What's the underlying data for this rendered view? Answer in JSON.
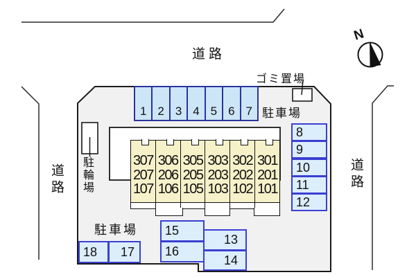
{
  "plan": {
    "road_top": "道路",
    "road_left": "道路",
    "road_right": "道路",
    "compass_north": "N",
    "garbage_label": "ゴミ置場",
    "parking_label_top": "駐車場",
    "parking_label_bottom": "駐車場",
    "bicycle_label": "駐輪場"
  },
  "parking": {
    "top_row": [
      "1",
      "2",
      "3",
      "4",
      "5",
      "6",
      "7"
    ],
    "right_col": [
      "8",
      "9",
      "10",
      "11",
      "12"
    ],
    "s13": "13",
    "s14": "14",
    "s15": "15",
    "s16": "16",
    "s17": "17",
    "s18": "18"
  },
  "building": {
    "floor3": [
      "307",
      "306",
      "305",
      "303",
      "302",
      "301"
    ],
    "floor2": [
      "207",
      "206",
      "205",
      "203",
      "202",
      "201"
    ],
    "floor1": [
      "107",
      "106",
      "105",
      "103",
      "102",
      "101"
    ]
  },
  "colors": {
    "site_fill": "#f1f1f1",
    "building_fill": "#f6f1c9",
    "space_fill_top": "#cde6f7",
    "space_fill": "#dcedfb",
    "space_border_top": "#2c339e",
    "space_border": "#3a3fd0",
    "line": "#1a1a1a"
  }
}
